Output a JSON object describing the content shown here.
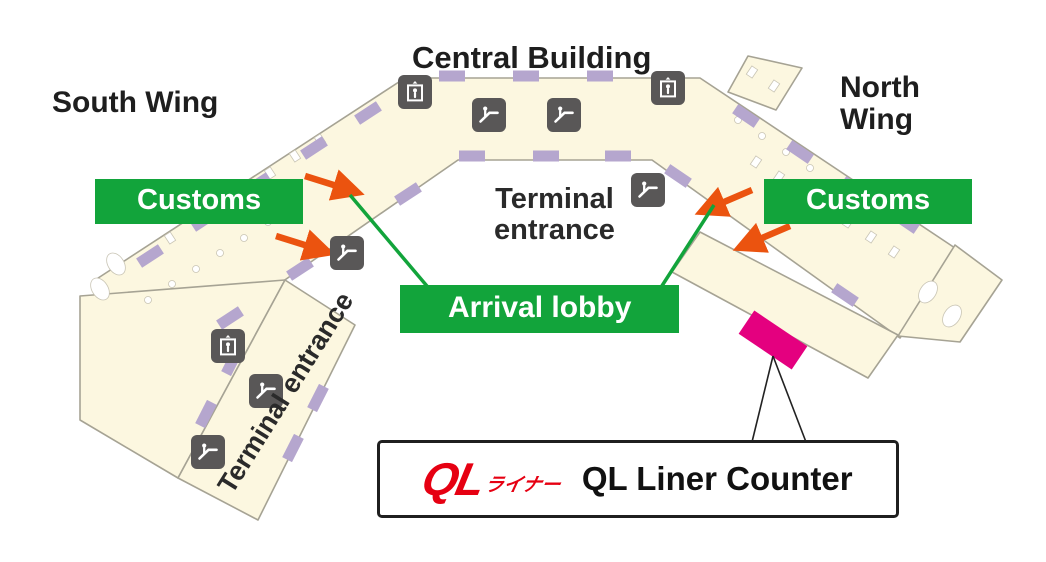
{
  "map": {
    "wings": {
      "south": "South Wing",
      "central": "Central Building",
      "north_line1": "North",
      "north_line2": "Wing"
    },
    "badges": {
      "customs_south": "Customs",
      "customs_north": "Customs",
      "arrival_lobby": "Arrival lobby"
    },
    "entrances": {
      "terminal_entrance_line1": "Terminal",
      "terminal_entrance_line2": "entrance",
      "terminal_entrance_side": "Terminal entrance"
    },
    "icons": {
      "escalator": "escalator-icon",
      "elevator": "elevator-icon"
    },
    "colors": {
      "building_fill": "#FCF7E0",
      "building_outline": "#A6A394",
      "gate_block_purple": "#B5A6CE",
      "badge_green": "#12A43B",
      "arrow_orange": "#EB530F",
      "counter_pink": "#E4007F",
      "icon_gray": "#595757",
      "logo_red": "#E60012"
    }
  },
  "legend": {
    "logo_main": "QL",
    "logo_sub": "ライナー",
    "label": "QL Liner Counter"
  }
}
